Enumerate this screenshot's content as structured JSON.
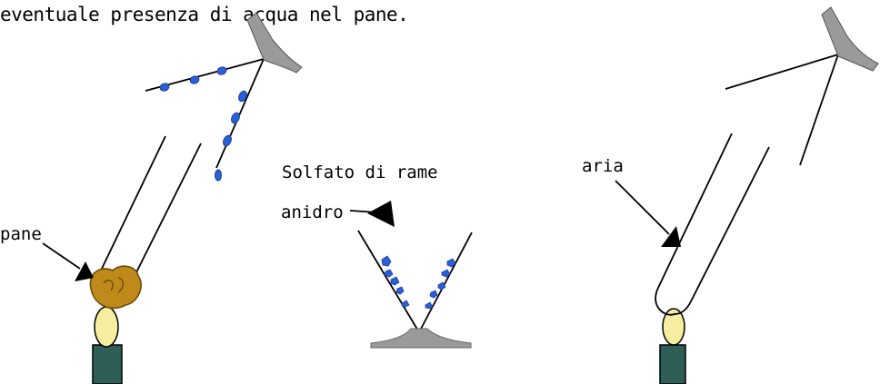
{
  "caption": "eventuale presenza di acqua nel pane.",
  "labels": {
    "pane": "pane",
    "solfato_line1": "Solfato di rame",
    "solfato_line2": "anidro",
    "aria": "aria"
  },
  "colors": {
    "water_drop": "#2a5fd6",
    "bread": "#c08a1a",
    "flame": "#f5eda0",
    "burner": "#2f5e56",
    "glass_gray": "#9a9a9a"
  }
}
